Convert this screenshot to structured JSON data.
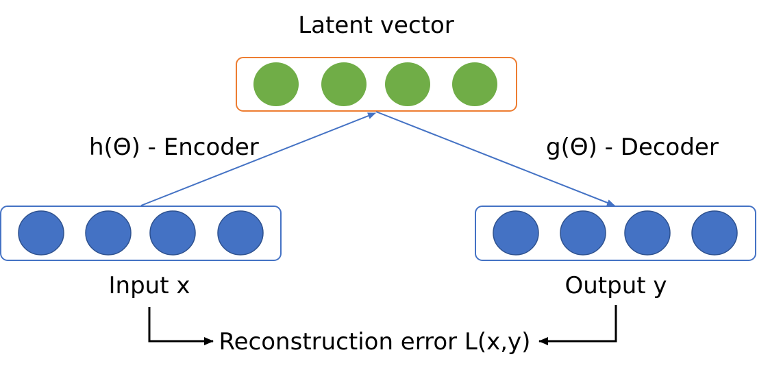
{
  "latent": {
    "label": "Latent vector",
    "node_count": 4,
    "node_color": "#70AD47",
    "border_color": "#ED7D31"
  },
  "encoder": {
    "label": "h(Θ) - Encoder"
  },
  "decoder": {
    "label": "g(Θ) - Decoder"
  },
  "input": {
    "label": "Input x",
    "node_count": 4
  },
  "output": {
    "label": "Output y",
    "node_count": 4
  },
  "loss": {
    "label": "Reconstruction error L(x,y)"
  },
  "colors": {
    "node_blue": "#4472C4",
    "node_stroke": "#2F528F",
    "box_border": "#4472C4",
    "arrow_blue": "#4472C4",
    "arrow_black": "#000000"
  }
}
